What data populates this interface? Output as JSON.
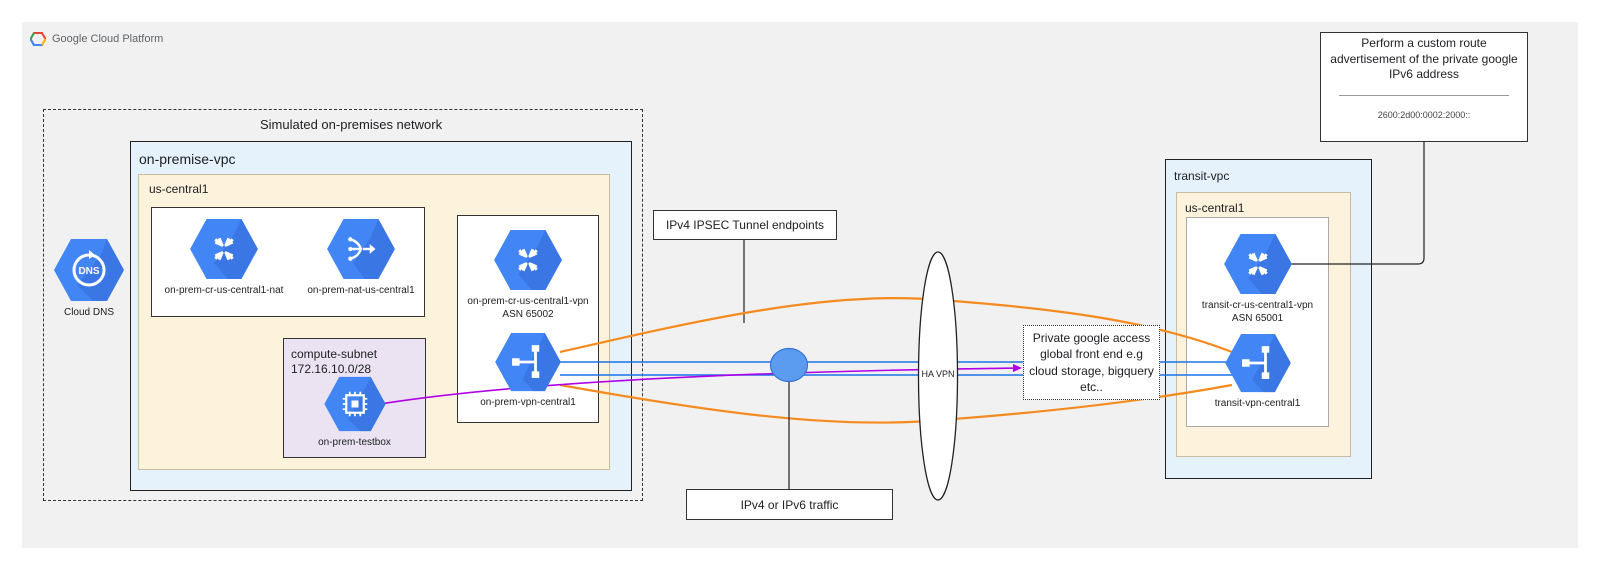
{
  "branding": {
    "logo_text": "Google Cloud Platform"
  },
  "onprem": {
    "title": "Simulated on-premises network",
    "vpc_label": "on-premise-vpc",
    "region_label": "us-central1",
    "nat_router": "on-prem-cr-us-central1-nat",
    "nat_gateway": "on-prem-nat-us-central1",
    "vpn_router": "on-prem-cr-us-central1-vpn",
    "vpn_router_asn": "ASN 65002",
    "vpn_gateway": "on-prem-vpn-central1",
    "subnet_name": "compute-subnet",
    "subnet_cidr": "172.16.10.0/28",
    "testbox": "on-prem-testbox"
  },
  "cloud_dns": {
    "label": "Cloud DNS",
    "badge": "DNS"
  },
  "middle": {
    "tunnel_label": "IPv4 IPSEC Tunnel endpoints",
    "traffic_label": "IPv4 or IPv6 traffic",
    "ha_vpn_label": "HA VPN"
  },
  "pga": {
    "lines": [
      "Private google access",
      "global front end e.g",
      "cloud storage, bigquery",
      "etc.."
    ]
  },
  "transit": {
    "vpc_label": "transit-vpc",
    "region_label": "us-central1",
    "router": "transit-cr-us-central1-vpn",
    "router_asn": "ASN 65001",
    "vpn_gateway": "transit-vpn-central1"
  },
  "route_ad": {
    "title_lines": [
      "Perform a custom route",
      "advertisement of the private google",
      "IPv6 address"
    ],
    "address": "2600:2d00:0002:2000::"
  },
  "colors": {
    "gcp_blue": "#4285f4",
    "tunnel_orange": "#f58a1f",
    "link_blue": "#1a73e8",
    "traffic_purple": "#b000e8"
  }
}
